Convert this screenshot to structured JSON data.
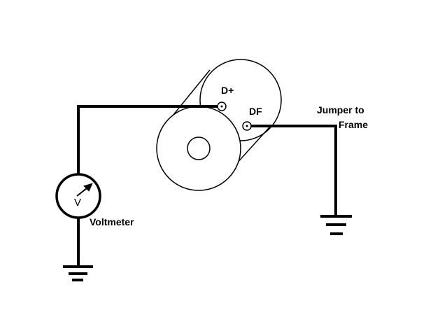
{
  "labels": {
    "d_plus": "D+",
    "df": "DF",
    "jumper_line1": "Jumper to",
    "jumper_line2": "Frame",
    "voltmeter": "Voltmeter",
    "voltmeter_symbol": "V"
  },
  "colors": {
    "line": "#000000",
    "background": "#ffffff"
  }
}
